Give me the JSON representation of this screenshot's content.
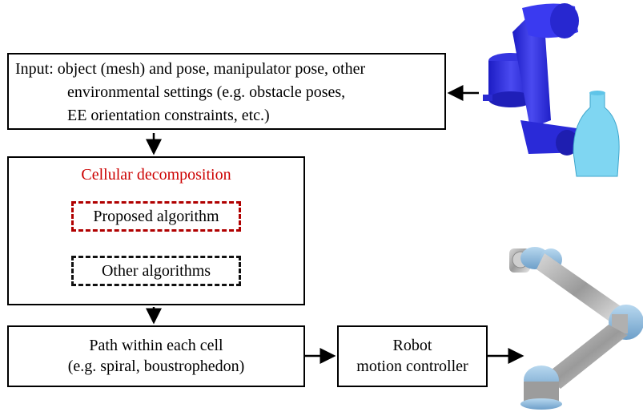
{
  "input": {
    "line1": "Input: object (mesh) and pose, manipulator pose, other",
    "line2": "environmental settings (e.g. obstacle poses,",
    "line3": "EE orientation constraints, etc.)"
  },
  "decomposition": {
    "title": "Cellular decomposition",
    "proposed": "Proposed algorithm",
    "others": "Other algorithms"
  },
  "path": {
    "line1": "Path within each cell",
    "line2": "(e.g. spiral, boustrophedon)"
  },
  "robot_controller": {
    "line1": "Robot",
    "line2": "motion controller"
  },
  "colors": {
    "accent_red": "#cc0000",
    "manipulator_blue": "#2b2bd9",
    "vase_cyan": "#6fd3f0"
  }
}
